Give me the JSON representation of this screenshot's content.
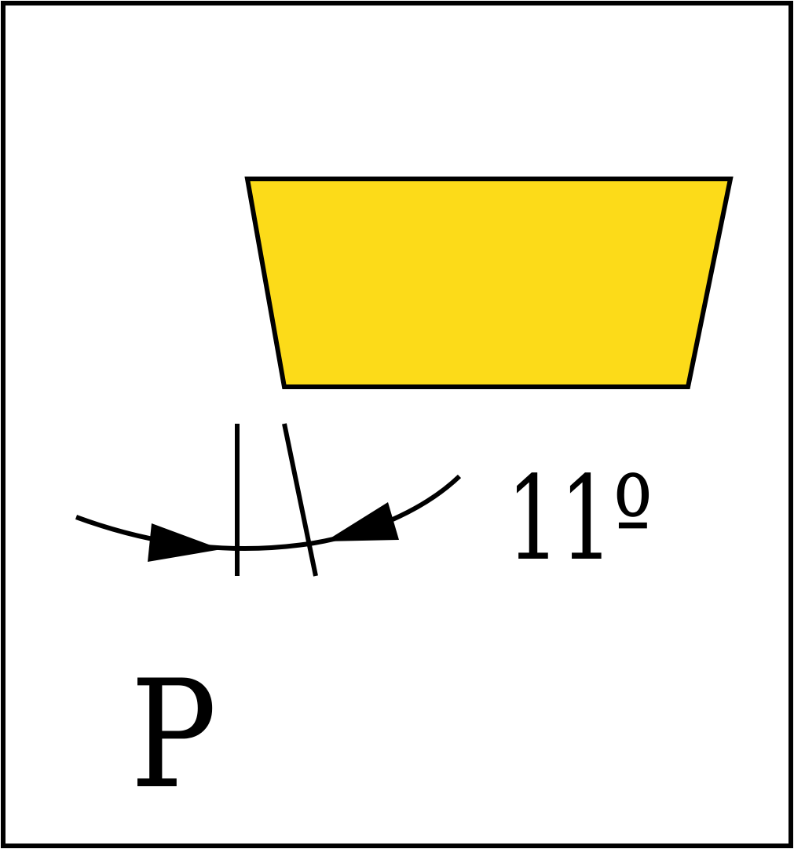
{
  "diagram": {
    "angle_label": "11º",
    "angle_value_degrees": 11,
    "grade_letter": "P",
    "colors": {
      "insert_fill": "#FCDB19",
      "stroke": "#000000",
      "background": "#FFFFFF"
    },
    "icons": {
      "insert_shape": "trapezoid-insert-icon",
      "angle_arrow": "curved-double-arrow-icon"
    }
  }
}
